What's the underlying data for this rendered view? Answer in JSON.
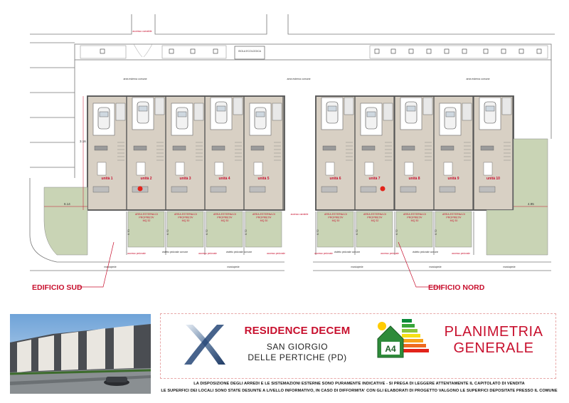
{
  "plan": {
    "top_labels": {
      "accesso_carrabile": "accesso carrabile",
      "isola_ecologica": "ISOLA ECOLOGICA"
    },
    "area_comune": [
      "area esterna comune",
      "area esterna comune",
      "area esterna comune"
    ],
    "units": [
      "unità 1",
      "unità 2",
      "unità 3",
      "unità 4",
      "unità 5",
      "unità 6",
      "unità 7",
      "unità 8",
      "unità 9",
      "unità 10"
    ],
    "dims": {
      "d1": "3.16",
      "d2": "6.14",
      "d3": "4.95"
    },
    "gardens": [
      {
        "label": "AREA ESTERNA DI PROPRIETA' MQ 115",
        "h": "7.57"
      },
      {
        "label": "AREA ESTERNA DI PROPRIETA' MQ 32",
        "h": "6.70"
      },
      {
        "label": "AREA ESTERNA DI PROPRIETA' MQ 30",
        "h": "6.72"
      },
      {
        "label": "AREA ESTERNA DI PROPRIETA' MQ 30",
        "h": "6.72"
      },
      {
        "label": "AREA ESTERNA DI PROPRIETA' MQ 30",
        "h": "6.72"
      },
      {
        "label": "AREA ESTERNA DI PROPRIETA' MQ 30",
        "h": "6.72"
      },
      {
        "label": "AREA ESTERNA DI PROPRIETA' MQ 32",
        "h": "6.72"
      },
      {
        "label": "AREA ESTERNA DI PROPRIETA' MQ 30",
        "h": "6.72"
      },
      {
        "label": "AREA ESTERNA DI PROPRIETA' MQ 30",
        "h": "6.72"
      },
      {
        "label": "AREA ESTERNA DI PROPRIETA' MQ 125",
        "h": "7.57"
      }
    ],
    "accessi": [
      "accesso pedonale",
      "accesso pedonale",
      "accesso pedonale",
      "accesso pedonale",
      "accesso pedonale",
      "accesso pedonale"
    ],
    "viale": [
      "vialetto pedonale comune",
      "vialetto pedonale comune",
      "vialetto pedonale comune",
      "vialetto pedonale comune"
    ],
    "marciapiede": [
      "marciapiede",
      "marciapiede",
      "marciapiede",
      "marciapiede",
      "marciapiede"
    ],
    "center_access": "accesso carrabile",
    "edificio_sud": "EDIFICIO SUD",
    "edificio_nord": "EDIFICIO NORD"
  },
  "titleblock": {
    "residence": "RESIDENCE DECEM",
    "city_line1": "SAN GIORGIO",
    "city_line2": "DELLE PERTICHE (PD)",
    "energy_class": "A4",
    "planimetria_1": "PLANIMETRIA",
    "planimetria_2": "GENERALE",
    "note_1": "LA DISPOSIZIONE DEGLI ARREDI E LE SISTEMAZIONI ESTERNE SONO PURAMENTE INDICATIVE - SI PREGA DI LEGGERE ATTENTAMENTE IL CAPITOLATO DI VENDITA",
    "note_2": "LE SUPERFICI DEI LOCALI SONO STATE DESUNTE A LIVELLO INFORMATIVO, IN CASO DI DIFFORMITA' CON GLI ELABORATI DI PROGETTO VALGONO LE SUPERFICI DEPOSITATE PRESSO IL COMUNE"
  },
  "colors": {
    "red": "#c8102e",
    "grass": "#c9d4b5",
    "wall": "#555555",
    "floor": "#d8d0c4"
  }
}
